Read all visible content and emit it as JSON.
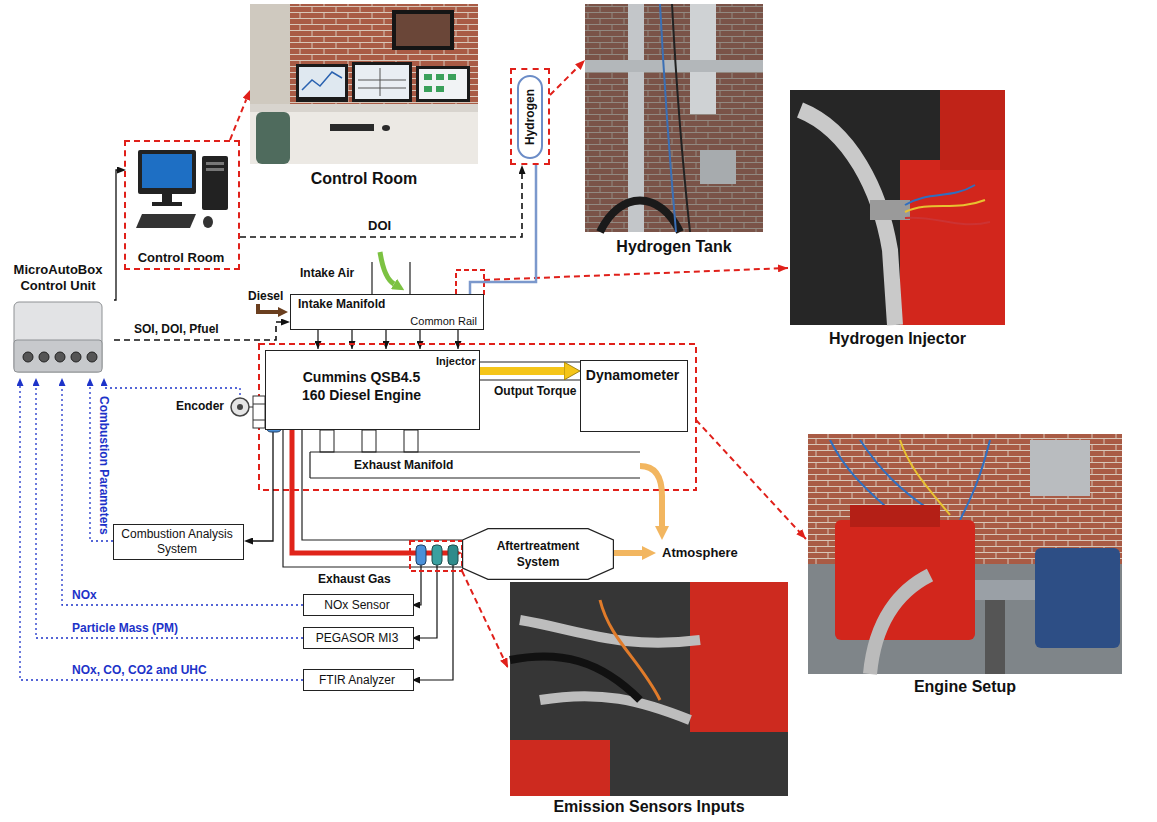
{
  "diagram": {
    "nodes": [
      {
        "text": [
          "MicroAutoBox Control Unit"
        ]
      },
      {
        "text": [
          "Control Room"
        ]
      },
      {
        "text": [
          "Control Room"
        ]
      },
      {
        "text": [
          "Hydrogen"
        ]
      },
      {
        "text": [
          "Hydrogen Tank"
        ]
      },
      {
        "text": [
          "Intake Manifold",
          "Common Rail"
        ]
      },
      {
        "text": [
          "Cummins QSB4.5 160 Diesel Engine"
        ]
      },
      {
        "text": [
          "Dynamometer"
        ]
      },
      {
        "text": [
          "Hydrogen Injector"
        ]
      },
      {
        "text": [
          "Engine Setup"
        ]
      },
      {
        "text": [
          "Encoder"
        ]
      },
      {
        "text": [
          "Combustion Analysis System"
        ]
      },
      {
        "text": [
          "Aftertreatment System"
        ]
      },
      {
        "text": [
          "NOx Sensor"
        ]
      },
      {
        "text": [
          "PEGASOR MI3"
        ]
      },
      {
        "text": [
          "FTIR Analyzer"
        ]
      },
      {
        "text": [
          "Emission Sensors Inputs"
        ]
      }
    ],
    "edges": [
      {
        "from": 0,
        "to": 1,
        "arrow": "to"
      },
      {
        "from": 1,
        "to": 2,
        "arrow": "to"
      },
      {
        "from": 1,
        "to": 3,
        "arrow": "to",
        "label": "DOI"
      },
      {
        "from": 3,
        "to": 4,
        "arrow": "to"
      },
      {
        "from": 0,
        "to": 5,
        "arrow": "to",
        "label": "SOI, DOI, Pfuel"
      },
      {
        "from": 3,
        "to": 5,
        "arrow": "none"
      },
      {
        "from": 6,
        "to": 7,
        "arrow": "to",
        "label": "Output Torque"
      },
      {
        "from": 10,
        "to": 0,
        "arrow": "to"
      },
      {
        "from": 6,
        "to": 11,
        "arrow": "to"
      },
      {
        "from": 11,
        "to": 0,
        "arrow": "to",
        "label": "Combustion Parameters"
      },
      {
        "from": 13,
        "to": 0,
        "arrow": "to",
        "label": "NOx"
      },
      {
        "from": 14,
        "to": 0,
        "arrow": "to",
        "label": "Particle Mass (PM)"
      },
      {
        "from": 15,
        "to": 0,
        "arrow": "to",
        "label": "NOx, CO, CO2 and UHC"
      },
      {
        "from": 6,
        "to": 12,
        "arrow": "to",
        "label": "Exhaust Gas"
      }
    ],
    "labels": [
      "Intake Air",
      "Diesel",
      "Injector",
      "Exhaust Manifold",
      "Atmosphere"
    ]
  }
}
